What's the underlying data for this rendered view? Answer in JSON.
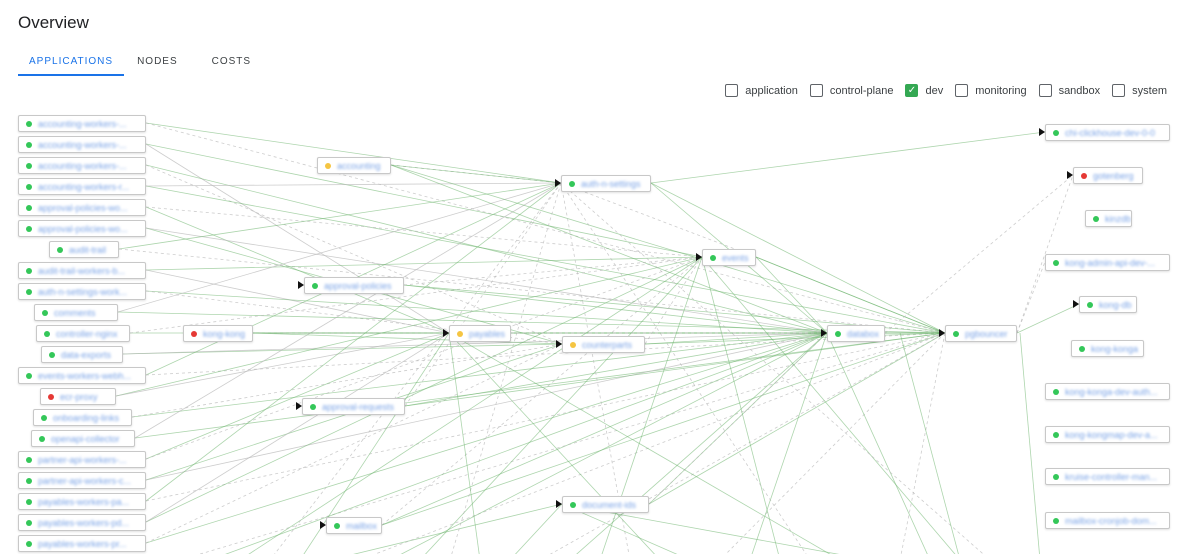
{
  "page": {
    "title": "Overview"
  },
  "tabs": [
    {
      "label": "APPLICATIONS",
      "active": true
    },
    {
      "label": "NODES",
      "active": false
    },
    {
      "label": "COSTS",
      "active": false
    }
  ],
  "filters": [
    {
      "label": "application",
      "checked": false
    },
    {
      "label": "control-plane",
      "checked": false
    },
    {
      "label": "dev",
      "checked": true
    },
    {
      "label": "monitoring",
      "checked": false
    },
    {
      "label": "sandbox",
      "checked": false
    },
    {
      "label": "system",
      "checked": false
    }
  ],
  "colors": {
    "accent": "#1a73e8",
    "checkbox_checked": "#34a853",
    "status_ok": "#34c759",
    "status_warning": "#f5c542",
    "status_error": "#e53935",
    "edge": "#6ab36a"
  },
  "icons": {
    "checked": "check-icon",
    "status": "status-dot-icon"
  },
  "graph": {
    "nodes": [
      {
        "id": "n1",
        "label": "accounting-workers-...",
        "status": "green"
      },
      {
        "id": "n2",
        "label": "accounting-workers-...",
        "status": "green"
      },
      {
        "id": "n3",
        "label": "accounting-workers-...",
        "status": "green"
      },
      {
        "id": "n4",
        "label": "accounting-workers-r...",
        "status": "green"
      },
      {
        "id": "n5",
        "label": "approval-policies-wo...",
        "status": "green"
      },
      {
        "id": "n6",
        "label": "approval-policies-wo...",
        "status": "green"
      },
      {
        "id": "n7",
        "label": "audit-trail",
        "status": "green"
      },
      {
        "id": "n8",
        "label": "audit-trail-workers-b...",
        "status": "green"
      },
      {
        "id": "n9",
        "label": "auth-n-settings-work...",
        "status": "green"
      },
      {
        "id": "n10",
        "label": "comments",
        "status": "green"
      },
      {
        "id": "n11",
        "label": "controller-nginx",
        "status": "green"
      },
      {
        "id": "n12",
        "label": "data-exports",
        "status": "green"
      },
      {
        "id": "n13",
        "label": "events-workers-webh...",
        "status": "green"
      },
      {
        "id": "n14",
        "label": "ecr-proxy",
        "status": "red"
      },
      {
        "id": "n15",
        "label": "onboarding-links",
        "status": "green"
      },
      {
        "id": "n16",
        "label": "openapi-collector",
        "status": "green"
      },
      {
        "id": "n17",
        "label": "partner-api-workers-...",
        "status": "green"
      },
      {
        "id": "n18",
        "label": "partner-api-workers-c...",
        "status": "green"
      },
      {
        "id": "n19",
        "label": "payables-workers-pa...",
        "status": "green"
      },
      {
        "id": "n20",
        "label": "payables-workers-pd...",
        "status": "green"
      },
      {
        "id": "n21",
        "label": "payables-workers-pr...",
        "status": "green"
      },
      {
        "id": "n22",
        "label": "accounting",
        "status": "yellow"
      },
      {
        "id": "n23",
        "label": "approval-policies",
        "status": "green"
      },
      {
        "id": "n24",
        "label": "kong-kong",
        "status": "red"
      },
      {
        "id": "n25",
        "label": "approval-requests",
        "status": "green"
      },
      {
        "id": "n26",
        "label": "mailbox",
        "status": "green"
      },
      {
        "id": "n27",
        "label": "payables",
        "status": "yellow"
      },
      {
        "id": "n28",
        "label": "auth-n-settings",
        "status": "green"
      },
      {
        "id": "n29",
        "label": "counterparts",
        "status": "yellow"
      },
      {
        "id": "n30",
        "label": "document-ids",
        "status": "green"
      },
      {
        "id": "n31",
        "label": "events",
        "status": "green"
      },
      {
        "id": "n32",
        "label": "databox",
        "status": "green"
      },
      {
        "id": "n33",
        "label": "pgbouncer",
        "status": "green"
      },
      {
        "id": "n34",
        "label": "chi-clickhouse-dev-0-0",
        "status": "green"
      },
      {
        "id": "n35",
        "label": "gotenberg",
        "status": "red"
      },
      {
        "id": "n36",
        "label": "kinzdb",
        "status": "green"
      },
      {
        "id": "n37",
        "label": "kong-admin-api-dev-...",
        "status": "green"
      },
      {
        "id": "n38",
        "label": "kong-db",
        "status": "green"
      },
      {
        "id": "n39",
        "label": "kong-konga",
        "status": "green"
      },
      {
        "id": "n40",
        "label": "kong-konga-dev-auth...",
        "status": "green"
      },
      {
        "id": "n41",
        "label": "kong-kongmap-dev-a...",
        "status": "green"
      },
      {
        "id": "n42",
        "label": "kruise-controller-man...",
        "status": "green"
      },
      {
        "id": "n43",
        "label": "mailbox-cronjob-dom...",
        "status": "green"
      }
    ]
  }
}
